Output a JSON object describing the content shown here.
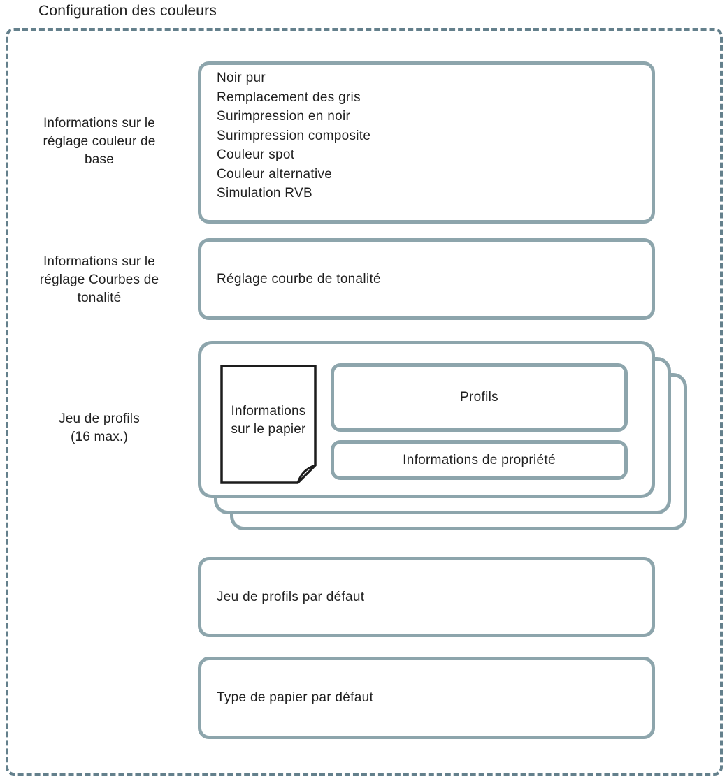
{
  "title": "Configuration des couleurs",
  "colors": {
    "box_border": "#8da5ac",
    "dashed_border": "#64808c",
    "text": "#1f1f1f",
    "paper_border": "#1d1d1d",
    "background": "#ffffff"
  },
  "rows": {
    "basic_color": {
      "label": "Informations sur le\nréglage couleur de\nbase",
      "items": [
        "Noir pur",
        "Remplacement des gris",
        "Surimpression en noir",
        "Surimpression composite",
        "Couleur spot",
        "Couleur alternative",
        "Simulation RVB"
      ]
    },
    "tone_curve": {
      "label": "Informations sur le\nréglage Courbes de\ntonalité",
      "box": "Réglage courbe de tonalité"
    },
    "profile_set": {
      "label": "Jeu de profils\n(16 max.)",
      "paper_label": "Informations\nsur le papier",
      "profiles_label": "Profils",
      "property_label": "Informations de propriété"
    },
    "default_profile_set": {
      "box": "Jeu de profils par défaut"
    },
    "default_paper_type": {
      "box": "Type de papier par défaut"
    }
  }
}
